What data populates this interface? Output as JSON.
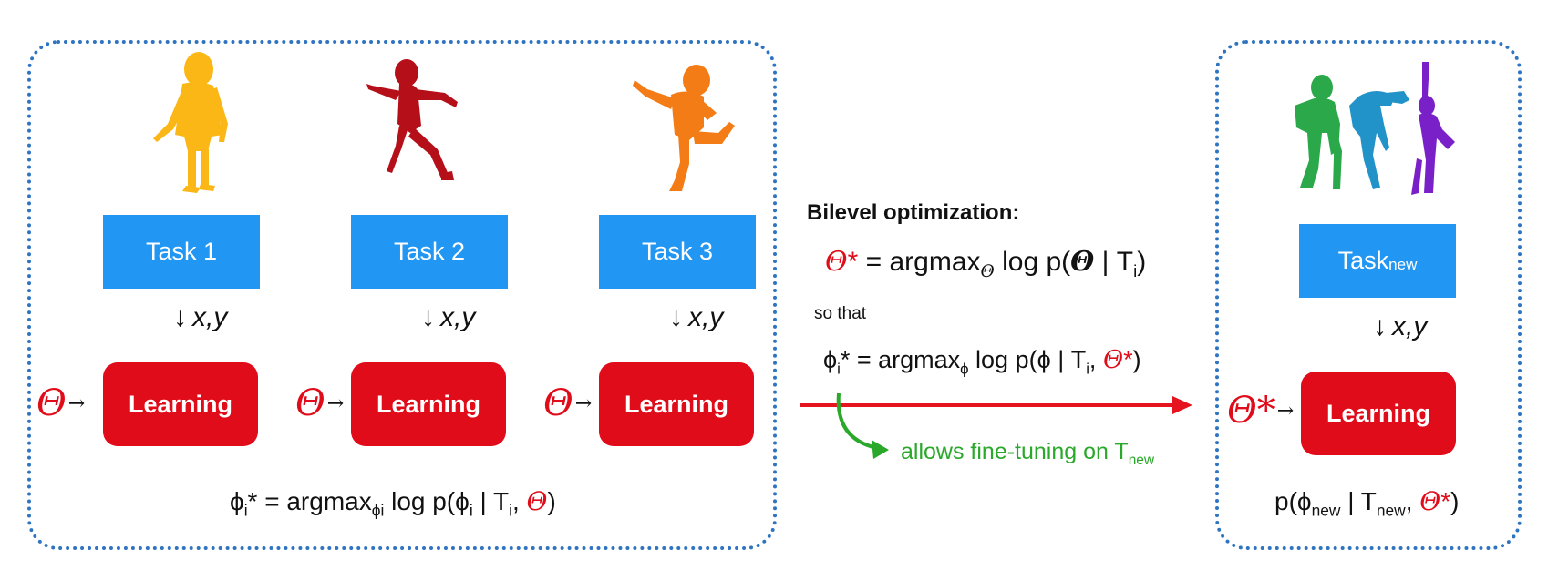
{
  "tasks": [
    {
      "label": "Task 1",
      "figure_color": "#fbb716"
    },
    {
      "label": "Task 2",
      "figure_color": "#b5101a"
    },
    {
      "label": "Task 3",
      "figure_color": "#f47c16"
    }
  ],
  "new_task": {
    "label_main": "Task",
    "label_sub": "new",
    "figure_colors": [
      "#2aa84a",
      "#2293c8",
      "#7a20c8"
    ]
  },
  "common": {
    "xy_label": "x,y",
    "learning_label": "Learning",
    "theta_symbol": "Θ",
    "theta_star_symbol": "Θ*"
  },
  "left_formula": {
    "lhs": "ϕ",
    "lhs_sub": "i",
    "mid": "* = argmax",
    "argmax_sub": "ϕi",
    "log_part": " log p(ϕ",
    "phi_sub": "i",
    "cond": " | T",
    "t_sub": "i",
    "comma": ", ",
    "theta": "Θ",
    "close": ")"
  },
  "bilevel": {
    "title": "Bilevel optimization:",
    "eq1_theta": "Θ",
    "eq1_star": "*",
    "eq1_mid": " = argmax",
    "eq1_sub": "Θ",
    "eq1_log": " log p(",
    "eq1_theta2": "Θ",
    "eq1_cond": " | T",
    "eq1_tsub": "i",
    "eq1_close": ")",
    "so_that": "so that",
    "eq2_phi": "ϕ",
    "eq2_sub": "i",
    "eq2_mid": "* = argmax",
    "eq2_argsub": "ϕ",
    "eq2_log": " log p(ϕ | T",
    "eq2_tsub": "i",
    "eq2_comma": ", ",
    "eq2_theta": "Θ",
    "eq2_star": "*",
    "eq2_close": ")",
    "finetune_main": "allows fine-tuning on T",
    "finetune_sub": "new"
  },
  "right_formula": {
    "open": "p(ϕ",
    "phi_sub": "new",
    "cond": " | T",
    "t_sub": "new",
    "comma": ", ",
    "theta": "Θ",
    "star": "*",
    "close": ")"
  },
  "colors": {
    "task_blue": "#2196f3",
    "learning_red": "#e00c1a",
    "panel_border": "#2f74c0",
    "arrow_red": "#e5141e",
    "arrow_green": "#2aa82a"
  }
}
